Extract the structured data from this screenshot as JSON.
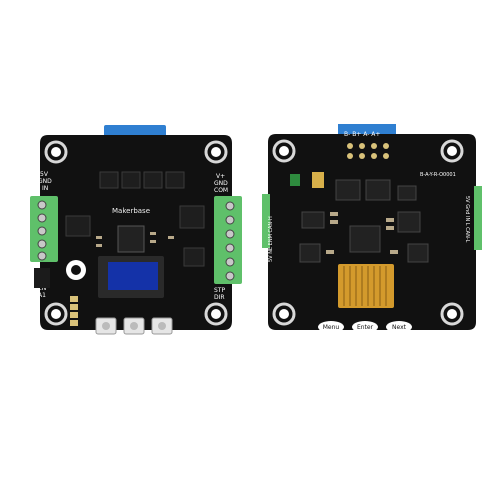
{
  "scene": {
    "description_free": true,
    "left_board": {
      "brand": "Makerbase",
      "labels": {
        "power_in": [
          "5V",
          "GND",
          "IN"
        ],
        "power_right": [
          "V+",
          "GND",
          "COM"
        ],
        "ctrl_right": [
          "STP",
          "DIR"
        ],
        "ctrl_left": [
          "EN",
          "A1"
        ]
      }
    },
    "right_board": {
      "connector_top": "B- B+ A- A+",
      "code": "B-A-Y-R-O0001",
      "side_left": "5V NE ENM CAN-H",
      "side_right": "5V Gnd IN L CAN-L",
      "buttons": [
        "Menu",
        "Enter",
        "Next"
      ]
    }
  },
  "colors": {
    "pcb": "#111111",
    "terminal_blue": "#2f7fd1",
    "terminal_green": "#5fc06a",
    "oled_blue": "#1432a8",
    "ribbon_gold": "#d39a2c"
  }
}
